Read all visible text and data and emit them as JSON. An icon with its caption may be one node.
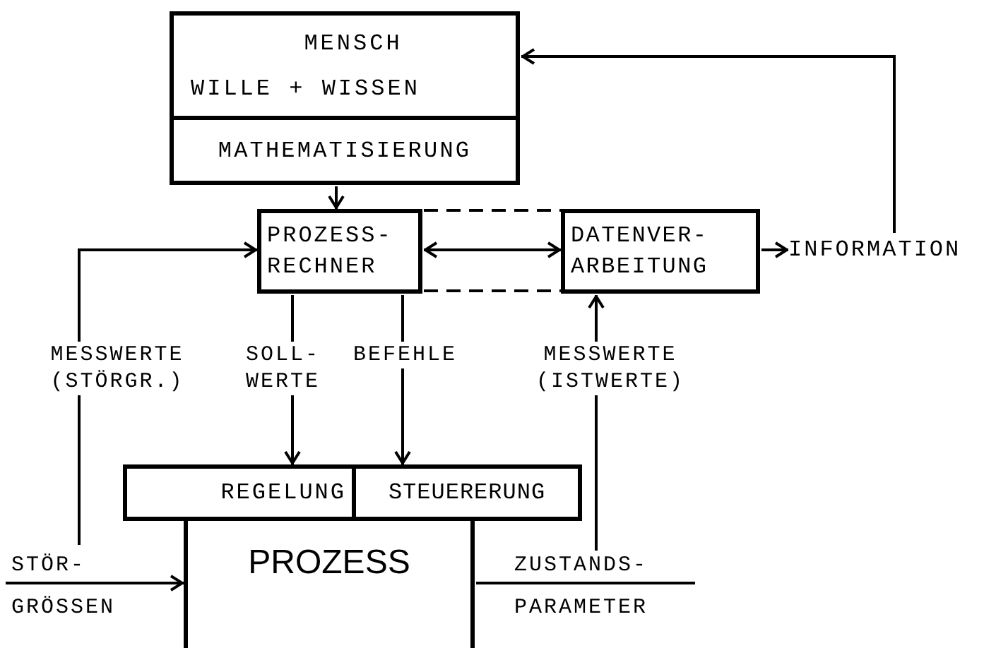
{
  "diagram": {
    "nodes": [
      {
        "text": [
          "MENSCH",
          "WILLE + WISSEN"
        ]
      },
      {
        "text": [
          "MATHEMATISIERUNG"
        ]
      },
      {
        "text": [
          "PROZESS- RECHNER"
        ]
      },
      {
        "text": [
          "DATENVER- ARBEITUNG"
        ]
      },
      {
        "text": [
          "INFORMATION"
        ]
      },
      {
        "text": [
          "REGELUNG"
        ]
      },
      {
        "text": [
          "STEUERERUNG"
        ]
      },
      {
        "text": [
          "PROZESS"
        ]
      }
    ],
    "edges": [
      {
        "from": 1,
        "to": 2,
        "arrow": "to"
      },
      {
        "from": null,
        "to": 2,
        "arrow": "to",
        "label": "MESSWERTE (STÖRGR.)"
      },
      {
        "from": 2,
        "to": 5,
        "arrow": "to",
        "label": "SOLL- WERTE"
      },
      {
        "from": 2,
        "to": 6,
        "arrow": "to",
        "label": "BEFEHLE"
      },
      {
        "from": 2,
        "to": 3,
        "arrow": "both"
      },
      {
        "from": 2,
        "to": 3,
        "arrow": "none",
        "style": "dashed"
      },
      {
        "from": 2,
        "to": 3,
        "arrow": "none",
        "style": "dashed"
      },
      {
        "from": null,
        "to": 3,
        "arrow": "to",
        "label": "MESSWERTE (ISTWERTE)"
      },
      {
        "from": 3,
        "to": 4,
        "arrow": "to"
      },
      {
        "from": 4,
        "to": 0,
        "arrow": "to"
      },
      {
        "from": null,
        "to": 7,
        "arrow": "to",
        "label": "STÖR- GRÖSSEN"
      },
      {
        "from": 7,
        "to": null,
        "arrow": "none",
        "label": "ZUSTANDS- PARAMETER"
      }
    ]
  }
}
